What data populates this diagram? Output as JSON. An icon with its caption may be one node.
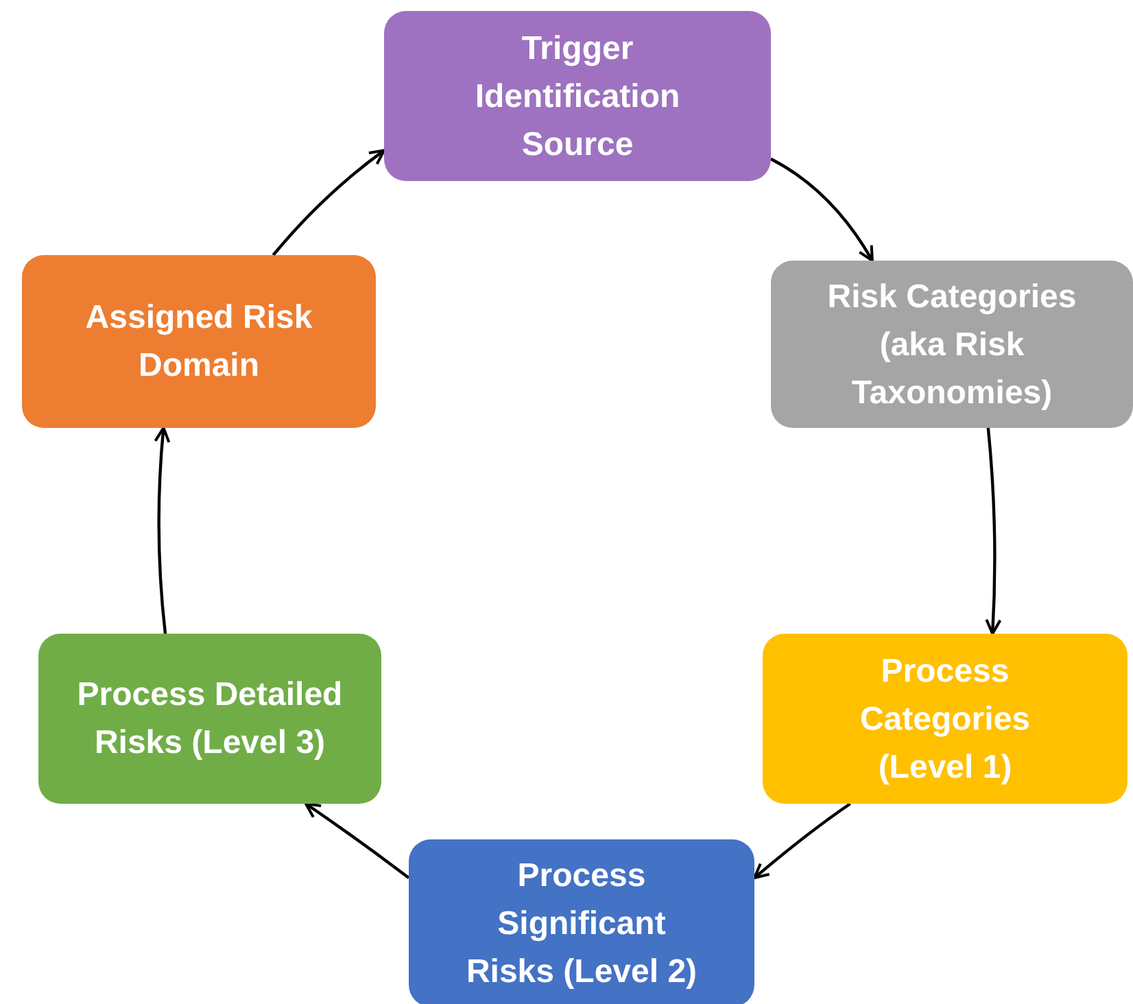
{
  "diagram": {
    "nodes": [
      {
        "text": [
          "Trigger Identification Source"
        ]
      },
      {
        "text": [
          "Risk Categories (aka Risk Taxonomies)"
        ]
      },
      {
        "text": [
          "Process Categories (Level 1)"
        ]
      },
      {
        "text": [
          "Process Significant Risks (Level 2)"
        ]
      },
      {
        "text": [
          "Process Detailed Risks (Level 3)"
        ]
      },
      {
        "text": [
          "Assigned Risk Domain"
        ]
      }
    ],
    "edges": [
      {
        "from": 0,
        "to": 1,
        "arrow": "to"
      },
      {
        "from": 1,
        "to": 2,
        "arrow": "to"
      },
      {
        "from": 2,
        "to": 3,
        "arrow": "to"
      },
      {
        "from": 3,
        "to": 4,
        "arrow": "to"
      },
      {
        "from": 4,
        "to": 5,
        "arrow": "to"
      },
      {
        "from": 5,
        "to": 0,
        "arrow": "to"
      }
    ]
  }
}
